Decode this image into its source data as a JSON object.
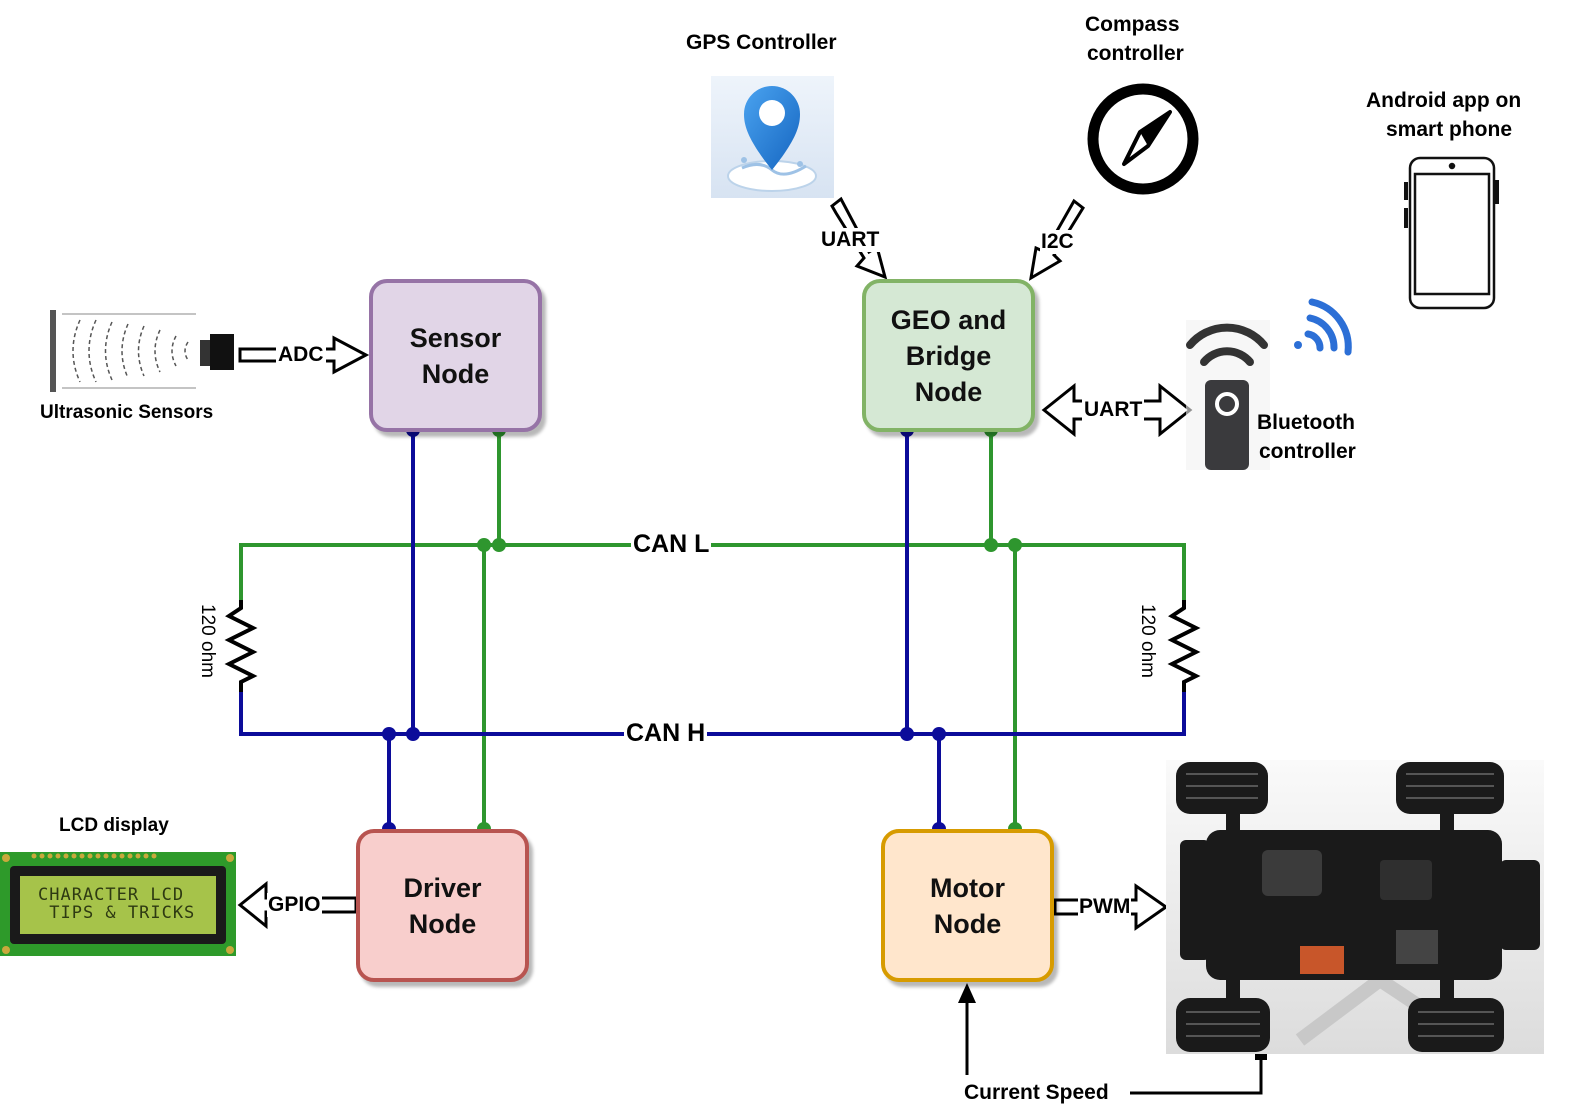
{
  "nodes": {
    "sensor": "Sensor\nNode",
    "geo": "GEO and\nBridge\nNode",
    "driver": "Driver\nNode",
    "motor": "Motor\nNode"
  },
  "bus": {
    "can_l": "CAN L",
    "can_h": "CAN H",
    "resistor_left": "120 ohm",
    "resistor_right": "120 ohm"
  },
  "peripherals": {
    "gps": "GPS Controller",
    "compass_line1": "Compass",
    "compass_line2": "controller",
    "android_line1": "Android app on",
    "android_line2": "smart phone",
    "bluetooth_line1": "Bluetooth",
    "bluetooth_line2": "controller",
    "ultrasonic": "Ultrasonic Sensors",
    "lcd": "LCD display",
    "lcd_screen_line1": "CHARACTER LCD",
    "lcd_screen_line2": " TIPS & TRICKS",
    "current_speed": "Current Speed"
  },
  "interfaces": {
    "adc": "ADC",
    "uart_gps": "UART",
    "i2c": "I2C",
    "uart_bt": "UART",
    "gpio": "GPIO",
    "pwm": "PWM"
  },
  "colors": {
    "can_l_wire": "#2e962e",
    "can_h_wire": "#0c0c9a",
    "sensor_fill": "#e1d5e7",
    "sensor_border": "#9673a6",
    "geo_fill": "#d5e8d4",
    "geo_border": "#82b366",
    "driver_fill": "#f8cecc",
    "driver_border": "#b85450",
    "motor_fill": "#ffe6cc",
    "motor_border": "#d79b00"
  }
}
